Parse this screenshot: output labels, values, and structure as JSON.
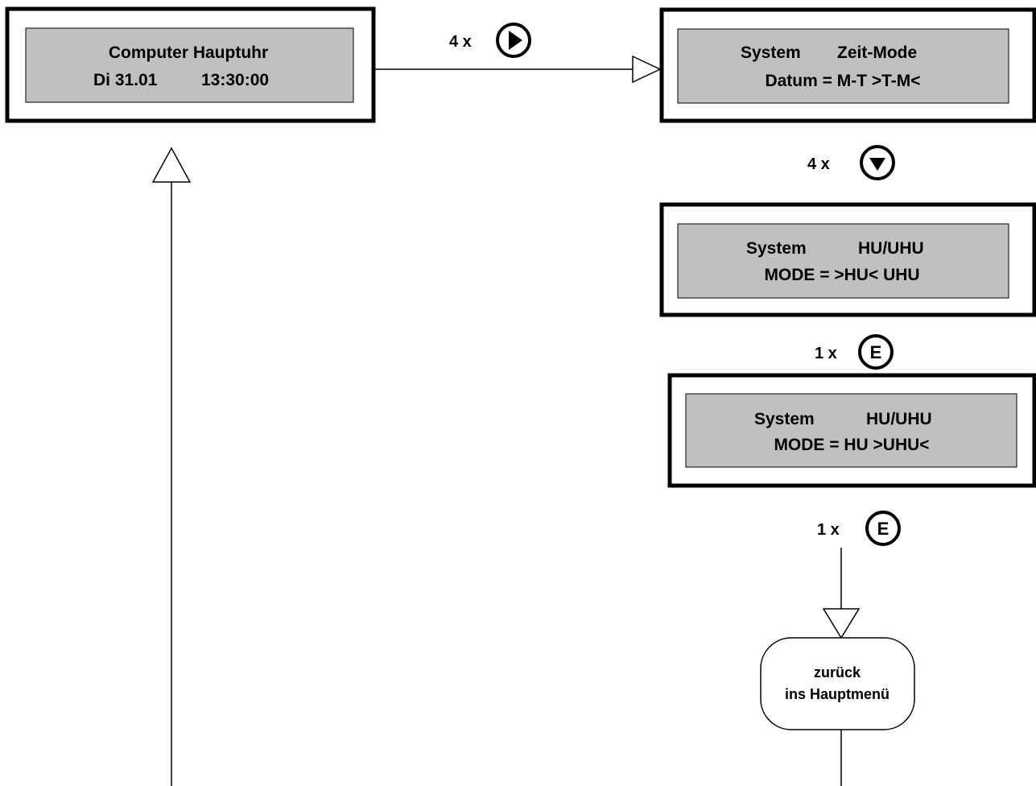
{
  "colors": {
    "lcd_fill": "#c0c0c0",
    "frame": "#000000",
    "background": "#ffffff"
  },
  "screens": {
    "main_clock": {
      "line1": "Computer Hauptuhr",
      "line2_left": "Di 31.01",
      "line2_right": "13:30:00"
    },
    "time_mode": {
      "line1_left": "System",
      "line1_right": "Zeit-Mode",
      "line2": "Datum = M-T >T-M<"
    },
    "hu_uhu_selected_hu": {
      "line1_left": "System",
      "line1_right": "HU/UHU",
      "line2": "MODE = >HU< UHU"
    },
    "hu_uhu_selected_uhu": {
      "line1_left": "System",
      "line1_right": "HU/UHU",
      "line2": "MODE = HU >UHU<"
    }
  },
  "steps": {
    "step1": {
      "count": "4 x",
      "key_icon": "right-arrow-key-icon"
    },
    "step2": {
      "count": "4 x",
      "key_icon": "down-arrow-key-icon"
    },
    "step3": {
      "count": "1 x",
      "key": "E",
      "key_icon": "enter-key-icon"
    },
    "step4": {
      "count": "1 x",
      "key": "E",
      "key_icon": "enter-key-icon"
    }
  },
  "terminal": {
    "line1": "zurück",
    "line2": "ins Hauptmenü"
  }
}
